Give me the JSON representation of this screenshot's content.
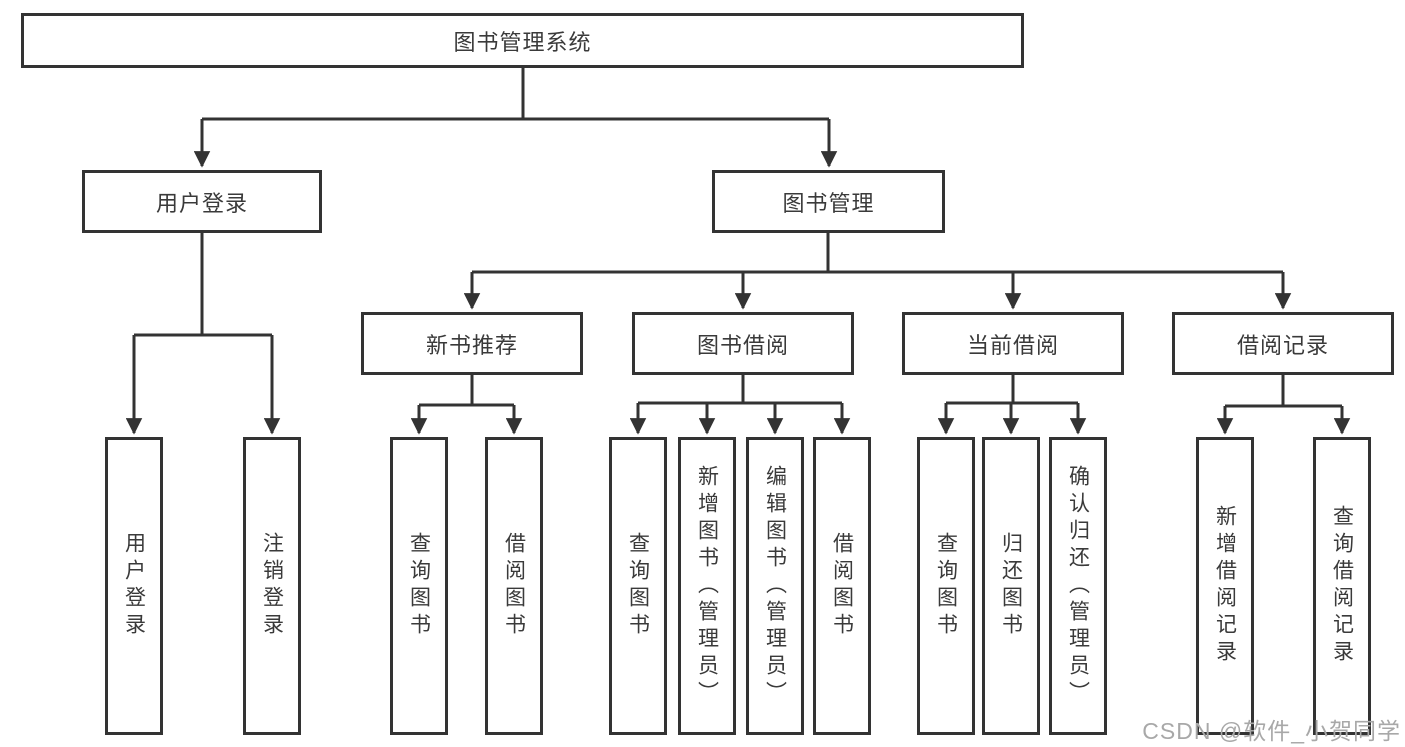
{
  "diagram_type": "hierarchy-tree",
  "colors": {
    "stroke": "#333333",
    "text": "#3a3a3a",
    "background": "#ffffff",
    "watermark": "#a8a8a8"
  },
  "root": {
    "label": "图书管理系统"
  },
  "level2": [
    {
      "label": "用户登录"
    },
    {
      "label": "图书管理"
    }
  ],
  "level3": [
    {
      "label": "新书推荐",
      "parent": "图书管理"
    },
    {
      "label": "图书借阅",
      "parent": "图书管理"
    },
    {
      "label": "当前借阅",
      "parent": "图书管理"
    },
    {
      "label": "借阅记录",
      "parent": "图书管理"
    }
  ],
  "leaves": [
    {
      "label": "用户登录",
      "parent": "用户登录"
    },
    {
      "label": "注销登录",
      "parent": "用户登录"
    },
    {
      "label": "查询图书",
      "parent": "新书推荐"
    },
    {
      "label": "借阅图书",
      "parent": "新书推荐"
    },
    {
      "label": "查询图书",
      "parent": "图书借阅"
    },
    {
      "label": "新增图书（管理员）",
      "parent": "图书借阅"
    },
    {
      "label": "编辑图书（管理员）",
      "parent": "图书借阅"
    },
    {
      "label": "借阅图书",
      "parent": "图书借阅"
    },
    {
      "label": "查询图书",
      "parent": "当前借阅"
    },
    {
      "label": "归还图书",
      "parent": "当前借阅"
    },
    {
      "label": "确认归还（管理员）",
      "parent": "当前借阅"
    },
    {
      "label": "新增借阅记录",
      "parent": "借阅记录"
    },
    {
      "label": "查询借阅记录",
      "parent": "借阅记录"
    }
  ],
  "watermark": {
    "text": "CSDN @软件_小贺同学"
  }
}
